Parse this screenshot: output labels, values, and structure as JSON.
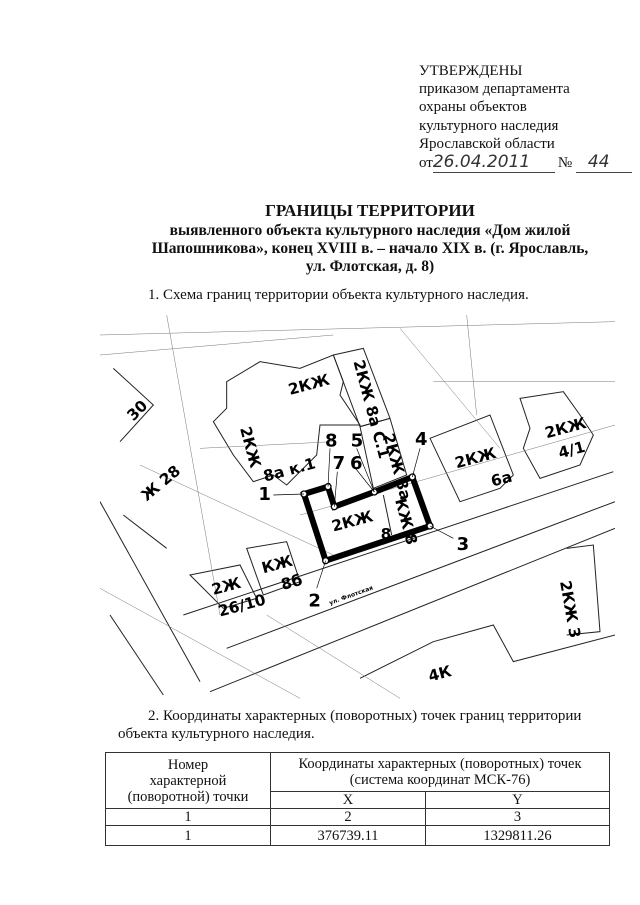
{
  "approval": {
    "lines": [
      "УТВЕРЖДЕНЫ",
      "приказом департамента",
      "охраны объектов",
      "культурного наследия",
      "Ярославской области"
    ],
    "date_prefix": "от",
    "date": "26.04.2011",
    "number_prefix": "№",
    "number": "44"
  },
  "title": {
    "line1": "ГРАНИЦЫ ТЕРРИТОРИИ",
    "line2": "выявленного объекта культурного наследия «Дом жилой",
    "line3": "Шапошникова», конец XVIII в. – начало XIX в. (г. Ярославль,",
    "line4": "ул. Флотская, д. 8)"
  },
  "section1": "1. Схема границ территории объекта культурного наследия.",
  "map": {
    "labels": [
      "2КЖ",
      "2КЖ 8а С.1",
      "2КЖ",
      "8а к.1",
      "2КЖ 8а",
      "2КЖ",
      "6а",
      "2КЖ",
      "4/1",
      "30",
      "Ж 28",
      "2КЖ",
      "8",
      "КЖ 8",
      "КЖ",
      "8б",
      "2Ж",
      "26/10",
      "2КЖ 3",
      "4К",
      "ул. Флотская"
    ],
    "points": [
      "1",
      "2",
      "3",
      "4",
      "5",
      "6",
      "7",
      "8"
    ]
  },
  "section2": {
    "line1": "2. Координаты характерных (поворотных) точек границ территории",
    "line2": "объекта культурного наследия."
  },
  "table": {
    "col1": [
      "Номер",
      "характерной",
      "(поворотной) точки"
    ],
    "col2": [
      "Координаты характерных (поворотных) точек",
      "(система координат МСК-76)"
    ],
    "x": "X",
    "y": "Y",
    "index_row": [
      "1",
      "2",
      "3"
    ],
    "rows": [
      {
        "point": "1",
        "x": "376739.11",
        "y": "1329811.26"
      }
    ]
  }
}
